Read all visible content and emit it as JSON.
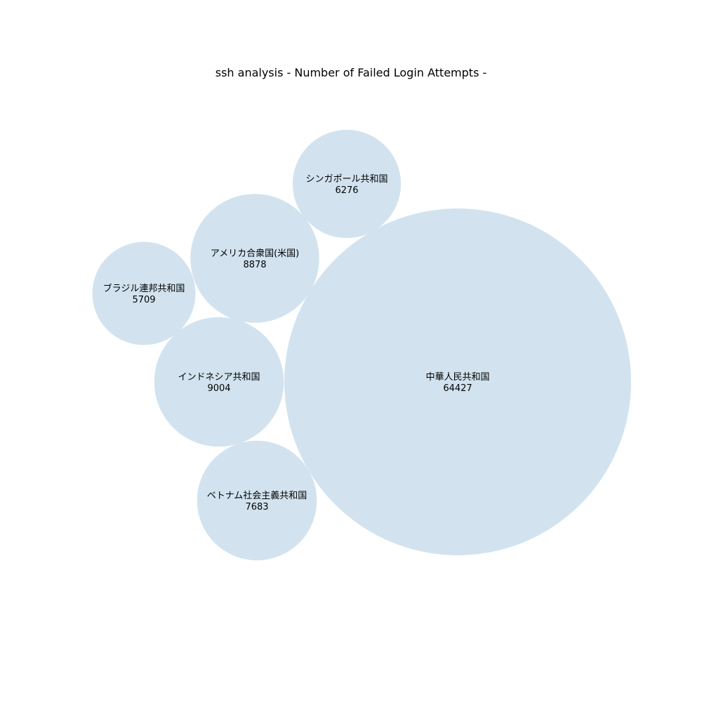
{
  "chart_data": {
    "type": "bubble",
    "title": "ssh analysis - Number of Failed Login Attempts -",
    "bubble_color": "#d2e3ef",
    "series": [
      {
        "name": "中華人民共和国",
        "value": 64427
      },
      {
        "name": "アメリカ合衆国(米国)",
        "value": 8878
      },
      {
        "name": "インドネシア共和国",
        "value": 9004
      },
      {
        "name": "ベトナム社会主義共和国",
        "value": 7683
      },
      {
        "name": "シンガポール共和国",
        "value": 6276
      },
      {
        "name": "ブラジル連邦共和国",
        "value": 5709
      }
    ]
  }
}
